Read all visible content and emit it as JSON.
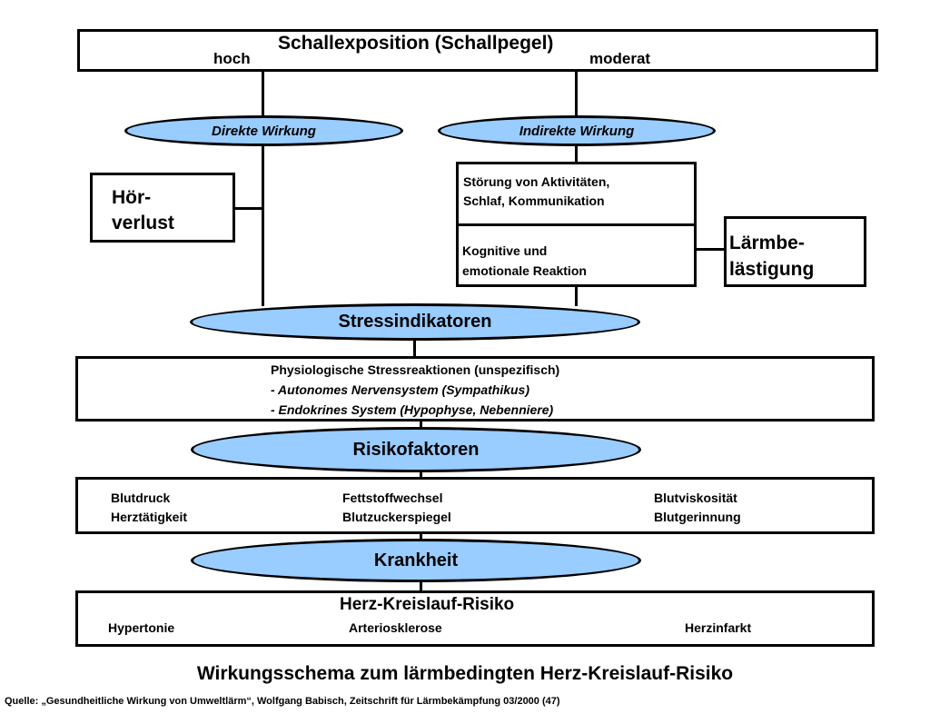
{
  "colors": {
    "ellipse_fill": "#99ccff",
    "stroke": "#000000",
    "background": "#ffffff"
  },
  "exposure": {
    "title": "Schallexposition (Schallpegel)",
    "left_label": "hoch",
    "right_label": "moderat"
  },
  "direct": {
    "label": "Direkte Wirkung",
    "outcome_line1": "Hör-",
    "outcome_line2": "verlust"
  },
  "indirect": {
    "label": "Indirekte Wirkung",
    "disturbance_line1": "Störung von Aktivitäten,",
    "disturbance_line2": "Schlaf, Kommunikation",
    "reaction_line1": "Kognitive und",
    "reaction_line2": "emotionale Reaktion",
    "annoyance_line1": "Lärmbe-",
    "annoyance_line2": "lästigung"
  },
  "stress": {
    "label": "Stressindikatoren",
    "line1": "Physiologische Stressreaktionen (unspezifisch)",
    "line2": "- Autonomes Nervensystem (Sympathikus)",
    "line3": "- Endokrines System (Hypophyse, Nebenniere)"
  },
  "risk": {
    "label": "Risikofaktoren",
    "columns": [
      [
        "Blutdruck",
        "Herztätigkeit"
      ],
      [
        "Fettstoffwechsel",
        "Blutzuckerspiegel"
      ],
      [
        "Blutviskosität",
        "Blutgerinnung"
      ]
    ]
  },
  "disease": {
    "label": "Krankheit",
    "title": "Herz-Kreislauf-Risiko",
    "items": [
      "Hypertonie",
      "Arteriosklerose",
      "Herzinfarkt"
    ]
  },
  "caption": "Wirkungsschema zum lärmbedingten Herz-Kreislauf-Risiko",
  "source": "Quelle: „Gesundheitliche Wirkung von Umweltlärm“, Wolfgang Babisch, Zeitschrift für Lärmbekämpfung 03/2000 (47)"
}
